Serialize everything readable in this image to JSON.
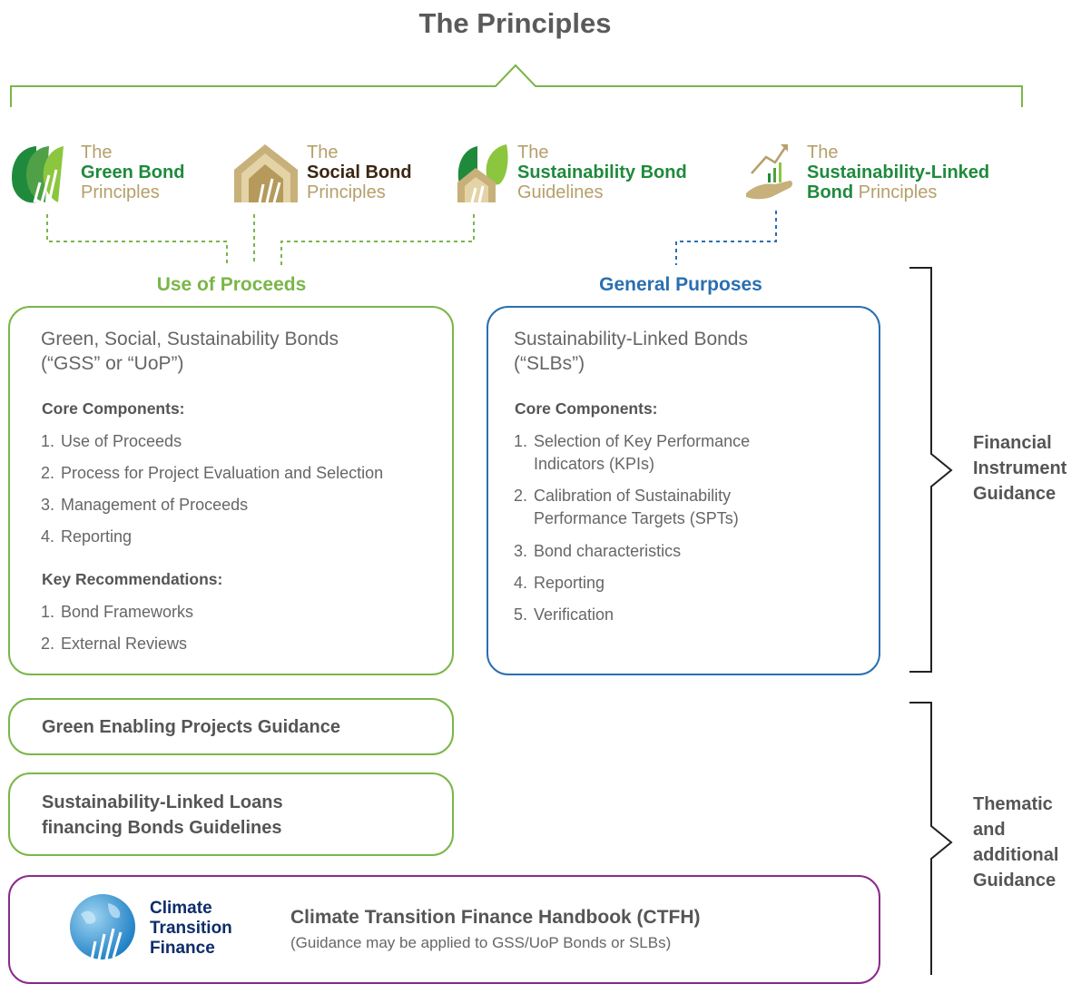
{
  "title": "The Principles",
  "logos": [
    {
      "line1": "The",
      "line2": "Green Bond",
      "line3": "Principles"
    },
    {
      "line1": "The",
      "line2": "Social Bond",
      "line3": "Principles"
    },
    {
      "line1": "The",
      "line2": "Sustainability Bond",
      "line3": "Guidelines"
    },
    {
      "line1": "The",
      "line2": "Sustainability-Linked",
      "line3a": "Bond",
      "line3b": " Principles"
    }
  ],
  "left": {
    "heading": "Use of Proceeds",
    "title_line1": "Green, Social, Sustainability Bonds",
    "title_line2": "(“GSS” or “UoP”)",
    "core_label": "Core Components:",
    "core_items": [
      {
        "num": "1.",
        "text": "Use of Proceeds"
      },
      {
        "num": "2.",
        "text": "Process for Project Evaluation and Selection"
      },
      {
        "num": "3.",
        "text": "Management of Proceeds"
      },
      {
        "num": "4.",
        "text": "Reporting"
      }
    ],
    "rec_label": "Key Recommendations:",
    "rec_items": [
      {
        "num": "1.",
        "text": "Bond Frameworks"
      },
      {
        "num": "2.",
        "text": "External Reviews"
      }
    ]
  },
  "right": {
    "heading": "General Purposes",
    "title_line1": "Sustainability-Linked Bonds",
    "title_line2": "(“SLBs”)",
    "core_label": "Core Components:",
    "core_items": [
      {
        "num": "1.",
        "line1": "Selection of Key Performance",
        "line2": "Indicators (KPIs)"
      },
      {
        "num": "2.",
        "line1": "Calibration of Sustainability",
        "line2": "Performance Targets (SPTs)"
      },
      {
        "num": "3.",
        "line1": "Bond characteristics",
        "line2": ""
      },
      {
        "num": "4.",
        "line1": "Reporting",
        "line2": ""
      },
      {
        "num": "5.",
        "line1": "Verification",
        "line2": ""
      }
    ]
  },
  "guidance": {
    "green_enabling": "Green Enabling Projects Guidance",
    "sll_line1": "Sustainability-Linked Loans",
    "sll_line2": "financing Bonds Guidelines",
    "ctf_logo": [
      "Climate",
      "Transition",
      "Finance"
    ],
    "ctfh_title": "Climate Transition Finance Handbook (CTFH)",
    "ctfh_sub": "(Guidance may be applied to GSS/UoP Bonds or SLBs)"
  },
  "side": {
    "financial": [
      "Financial",
      "Instrument",
      "Guidance"
    ],
    "thematic": [
      "Thematic",
      "and",
      "additional",
      "Guidance"
    ]
  },
  "colors": {
    "green": "#7ab648",
    "blue": "#2a6fb0",
    "purple": "#8a2a8a",
    "gold": "#b5a06a"
  }
}
